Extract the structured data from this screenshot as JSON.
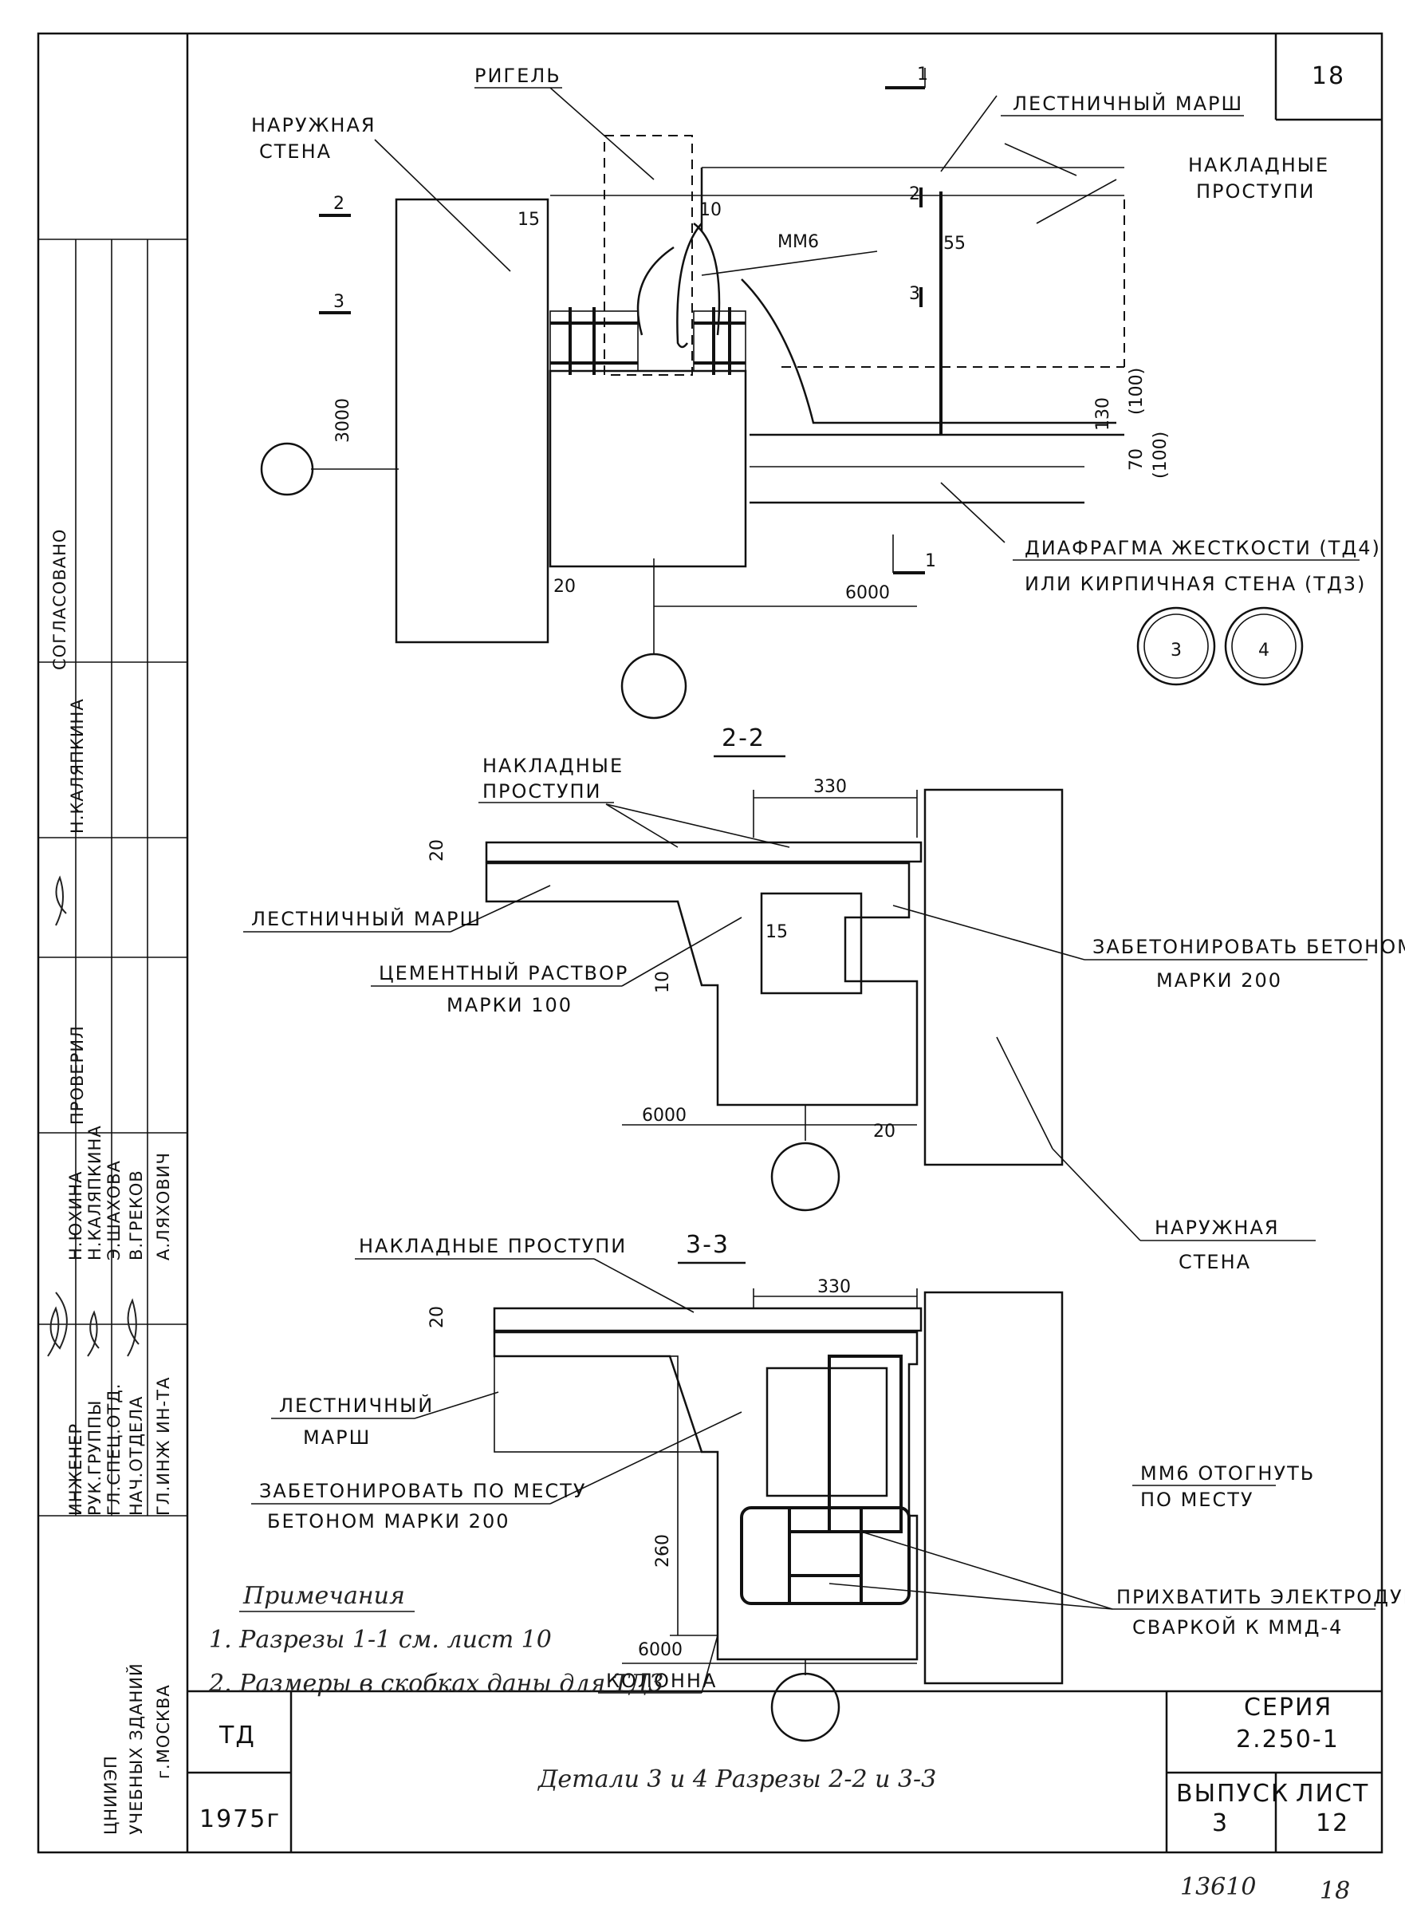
{
  "sheet": {
    "number": "18",
    "footer_stamp": "13610",
    "footer_number": "18"
  },
  "side_panel": {
    "agreed": "СОГЛАСОВАНО",
    "check_name": "Н.КАЛЯПКИНА",
    "checked_label": "ПРОВЕРИЛ",
    "roles": [
      "ГЛ.ИНЖ ИН-ТА",
      "НАЧ.ОТДЕЛА",
      "ГЛ.СПЕЦ.ОТД.",
      "РУК.ГРУППЫ",
      "ИНЖЕНЕР"
    ],
    "names": [
      "А.ЛЯХОВИЧ",
      "В.ГРЕКОВ",
      "Э.ШАХОВА",
      "Н.КАЛЯПКИНА",
      "Н.ЮХИНА"
    ],
    "org_main": "ЦНИИЭП",
    "org_sub": "УЧЕБНЫХ ЗДАНИЙ",
    "org_city": "г.МОСКВА"
  },
  "top_detail": {
    "rigel": "РИГЕЛЬ",
    "outer_wall_1": "НАРУЖНАЯ",
    "outer_wall_2": "СТЕНА",
    "stair_flight": "ЛЕСТНИЧНЫЙ МАРШ",
    "treads_1": "НАКЛАДНЫЕ",
    "treads_2": "ПРОСТУПИ",
    "mm6": "ММ6",
    "diaphragm": "ДИАФРАГМА ЖЕСТКОСТИ (ТД4)",
    "brick_wall": "ИЛИ КИРПИЧНАЯ СТЕНА (ТД3)",
    "dim_3000": "3000",
    "dim_6000": "6000",
    "dim_15": "15",
    "dim_10": "10",
    "dim_55": "55",
    "dim_20": "20",
    "dim_130": "130",
    "dim_100a": "(100)",
    "dim_70": "70",
    "dim_100b": "(100)",
    "cut_2": "2",
    "cut_3": "3",
    "cut_1": "1",
    "bubble_3": "3",
    "bubble_4": "4"
  },
  "section_22": {
    "title": "2-2",
    "treads_1": "НАКЛАДНЫЕ",
    "treads_2": "ПРОСТУПИ",
    "dim_330": "330",
    "dim_20": "20",
    "dim_15": "15",
    "dim_10": "10",
    "dim_20b": "20",
    "dim_6000": "6000",
    "stair_flight": "ЛЕСТНИЧНЫЙ МАРШ",
    "mortar_1": "ЦЕМЕНТНЫЙ РАСТВОР",
    "mortar_2": "МАРКИ 100",
    "concrete_1": "ЗАБЕТОНИРОВАТЬ БЕТОНОМ",
    "concrete_2": "МАРКИ 200",
    "outer_wall_1": "НАРУЖНАЯ",
    "outer_wall_2": "СТЕНА"
  },
  "section_33": {
    "title": "3-3",
    "treads": "НАКЛАДНЫЕ ПРОСТУПИ",
    "dim_330": "330",
    "dim_20": "20",
    "dim_260": "260",
    "dim_6000": "6000",
    "stair_1": "ЛЕСТНИЧНЫЙ",
    "stair_2": "МАРШ",
    "concrete_1": "ЗАБЕТОНИРОВАТЬ ПО МЕСТУ",
    "concrete_2": "БЕТОНОМ МАРКИ 200",
    "mm6_1": "ММ6 ОТОГНУТЬ",
    "mm6_2": "ПО МЕСТУ",
    "weld_1": "ПРИХВАТИТЬ ЭЛЕКТРОДУГОВОЙ",
    "weld_2": "СВАРКОЙ К ММД-4",
    "column": "КОЛОННА"
  },
  "notes": {
    "title": "Примечания",
    "note_1": "1. Разрезы 1-1 см. лист 10",
    "note_2": "2. Размеры в скобках даны для ТД3"
  },
  "title_block": {
    "td": "ТД",
    "year": "1975г",
    "title": "Детали 3 и 4   Разрезы 2-2 и 3-3",
    "series_label": "СЕРИЯ",
    "series_value": "2.250-1",
    "issue_label": "ВЫПУСК",
    "issue_value": "3",
    "sheet_label": "ЛИСТ",
    "sheet_value": "12"
  }
}
